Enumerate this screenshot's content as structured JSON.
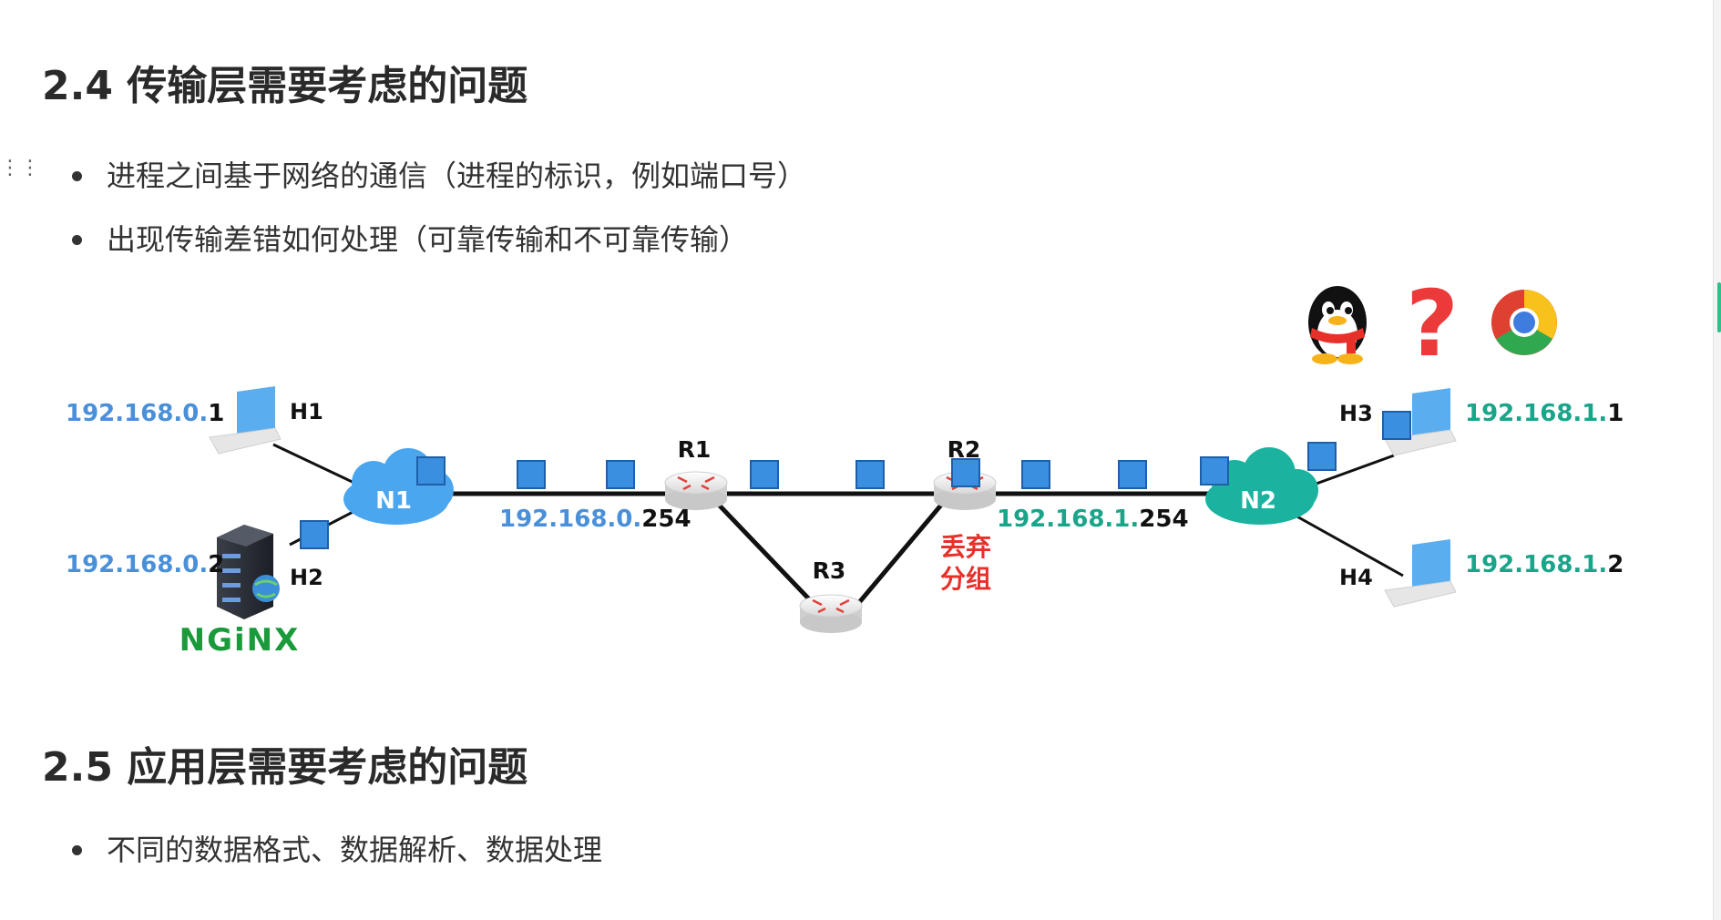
{
  "section1": {
    "heading": "2.4 传输层需要考虑的问题",
    "bullets": [
      "进程之间基于网络的通信（进程的标识，例如端口号）",
      "出现传输差错如何处理（可靠传输和不可靠传输）"
    ]
  },
  "diagram": {
    "hosts": {
      "h1": {
        "label": "H1",
        "ip": [
          "192.168.0.",
          "1"
        ]
      },
      "h2": {
        "label": "H2",
        "ip": [
          "192.168.0.",
          "2"
        ]
      },
      "h3": {
        "label": "H3",
        "ip": [
          "192.168.1.",
          "1"
        ]
      },
      "h4": {
        "label": "H4",
        "ip": [
          "192.168.1.",
          "2"
        ]
      }
    },
    "networks": {
      "n1": "N1",
      "n2": "N2"
    },
    "routers": {
      "r1": {
        "label": "R1",
        "ip": [
          "192.168.0.",
          "254"
        ]
      },
      "r2": {
        "label": "R2",
        "ip": [
          "192.168.1.",
          "254"
        ]
      },
      "r3": {
        "label": "R3"
      }
    },
    "drop_note": [
      "丢弃",
      "分组"
    ],
    "nginx_logo": "NGiNX",
    "app_icons": [
      "qq-penguin-icon",
      "question-mark-icon",
      "chrome-icon"
    ],
    "colors": {
      "ip_blue": "#4a90d9",
      "ip_teal": "#1aa58a",
      "packet": "#3a8fe0",
      "cloud_n1": "#4aa6ee",
      "cloud_n2": "#1bb3a0",
      "drop_red": "#e8302a",
      "nginx_green": "#1a9a3a"
    }
  },
  "section2": {
    "heading": "2.5 应用层需要考虑的问题",
    "bullets": [
      "不同的数据格式、数据解析、数据处理"
    ]
  }
}
